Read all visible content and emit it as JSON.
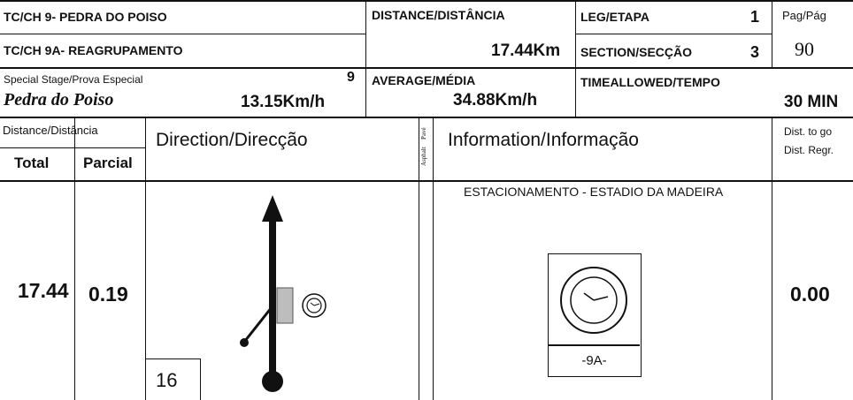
{
  "header": {
    "tc1": "TC/CH 9- PEDRA DO POISO",
    "tc2": "TC/CH 9A- REAGRUPAMENTO",
    "distance_label": "DISTANCE/DISTÂNCIA",
    "distance_value": "17.44Km",
    "leg_label": "LEG/ETAPA",
    "leg_value": "1",
    "section_label": "SECTION/SECÇÃO",
    "section_value": "3",
    "page_label": "Pag/Pág",
    "page_value": "90",
    "stage_label": "Special Stage/Prova Especial",
    "stage_number": "9",
    "stage_name": "Pedra do Poiso",
    "stage_speed": "13.15Km/h",
    "average_label": "AVERAGE/MÉDIA",
    "average_value": "34.88Km/h",
    "time_label": "TIMEALLOWED/TEMPO",
    "time_value": "30 MIN"
  },
  "columns": {
    "distance_label": "Distance/Distância",
    "total": "Total",
    "partial": "Parcial",
    "direction": "Direction/Direcção",
    "asphalt": "Asphalt",
    "pave": "Pavé",
    "information": "Information/Informação",
    "dist_to_go_1": "Dist. to go",
    "dist_to_go_2": "Dist. Regr."
  },
  "row": {
    "total": "17.44",
    "partial": "0.19",
    "box_number": "16",
    "info_text": "ESTACIONAMENTO - ESTADIO DA MADEIRA",
    "control_code": "-9A-",
    "dist_to_go": "0.00"
  }
}
